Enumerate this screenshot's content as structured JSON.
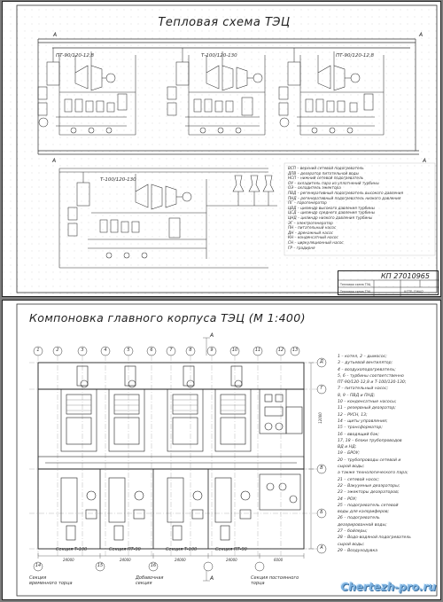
{
  "sheet1": {
    "title": "Тепловая схема ТЭЦ",
    "units": [
      "ПТ-90/120-12,8",
      "Т-100/120-130",
      "ПТ-90/120-12,8",
      "Т-100/120-130"
    ],
    "line_letters": [
      "А",
      "А",
      "А",
      "А"
    ],
    "legend": [
      "ВСП – верхний сетевой подогреватель",
      "ДПВ – деаэратор питательной воды",
      "НСП – нижний сетевой подогреватель",
      "ОУ – охладитель пара из уплотнений турбины",
      "ОЭ – охладитель эжектора",
      "ПВД – регенеративный подогреватель высокого давления",
      "ПНД – регенеративный подогреватель низкого давления",
      "ПГ – парогенератор",
      "ЦВД – цилиндр высокого давления турбины",
      "ЦСД – цилиндр среднего давления турбины",
      "ЦНД – цилиндр низкого давления турбины",
      "ЭГ – электрогенератор",
      "ПН – питательный насос",
      "ДН – дренажный насос",
      "КН – конденсатный насос",
      "СН – циркуляционный насос",
      "ГР – градирня"
    ],
    "stamp": {
      "code": "КП 27010965",
      "row1": "Тепловая схема ТЭЦ",
      "row2": "Тепловая схема ТЭЦ",
      "row3": "ШТТБ-7064/2"
    }
  },
  "sheet2": {
    "title": "Компоновка главного корпуса ТЭЦ (М 1:400)",
    "axis_numbers": [
      "1",
      "2",
      "3",
      "4",
      "5",
      "6",
      "7",
      "8",
      "9",
      "10",
      "11",
      "12",
      "13",
      "14",
      "15",
      "16"
    ],
    "row_letters": [
      "Д",
      "Г",
      "В",
      "Б",
      "А"
    ],
    "arrow_letters": [
      "А",
      "А"
    ],
    "legend": [
      "1 – котел, 2 – дымосос;",
      "3 – дутьевой вентилятор;",
      "4 – воздухоподогреватель;",
      "5, 6 – турбины соответственно",
      "ПТ-90/120-12,8 и Т-100/120-130;",
      "7 – питательный насос;",
      "8, 9 – ПВД и ПНД;",
      "10 – конденсатные насосы;",
      "11 – резервный деаэратор;",
      "12 – РУСН, 13;",
      "14 – щиты управления;",
      "15 – трансформатор;",
      "16 – вводящий бак;",
      "17, 18 – блоки трубопроводов",
      "ВД и НД;",
      "19 – БРОУ;",
      "20 – трубопроводы сетевой и",
      "сырой воды;",
      "а также технологического пара;",
      "21 – сетевой насос;",
      "22 – Вакуумные деаэраторы;",
      "23 – эжекторы деаэраторов;",
      "24 – РОУ;",
      "25 – подогреватель сетевой",
      "воды для калориферов;",
      "26 – подогреватель",
      "деаэрированной воды;",
      "27 – бойлеры;",
      "28 – Водо-водяной подогреватель",
      "сырой воды;",
      "29 – Воздуходувка"
    ],
    "section_labels": [
      "Секция Т-100",
      "Секция ПТ-90",
      "Секция Т-100",
      "Секция ПТ-90"
    ],
    "bottom_labels": [
      "Секция временного торца",
      "Добавочная секция",
      "Секция постоянного торца"
    ],
    "dimensions": [
      "24000",
      "24000",
      "24000",
      "24000",
      "6000",
      "12000"
    ]
  },
  "watermark": "Chertezh-pro.ru"
}
